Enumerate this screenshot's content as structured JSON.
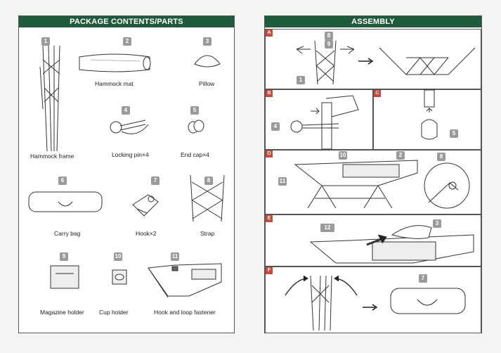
{
  "left": {
    "title": "PACKAGE CONTENTS/PARTS",
    "parts": [
      {
        "num": "1",
        "label": "Hammock frame"
      },
      {
        "num": "2",
        "label": "Hammock mat"
      },
      {
        "num": "3",
        "label": "Pillow"
      },
      {
        "num": "4",
        "label": "Locking pin×4"
      },
      {
        "num": "5",
        "label": "End cap×4"
      },
      {
        "num": "6",
        "label": "Carry bag"
      },
      {
        "num": "7",
        "label": "Hook×2"
      },
      {
        "num": "8",
        "label": "Strap"
      },
      {
        "num": "9",
        "label": "Magazine holder"
      },
      {
        "num": "10",
        "label": "Cup holder"
      },
      {
        "num": "11",
        "label": "Hook and loop fastener"
      }
    ]
  },
  "right": {
    "title": "ASSEMBLY",
    "steps": [
      "A",
      "B",
      "C",
      "D",
      "E",
      "F"
    ],
    "callouts": {
      "a_top1": "8",
      "a_top2": "9",
      "a_side": "1",
      "b": "4",
      "c": "5",
      "d_top": "10",
      "d_right": "2",
      "d_left": "11",
      "d_detail": "8",
      "e_left": "12",
      "e_right": "3",
      "f": "7"
    }
  },
  "colors": {
    "header": "#1f5a3a",
    "step_letter": "#c94a3c",
    "badge": "#9a9a9a"
  }
}
